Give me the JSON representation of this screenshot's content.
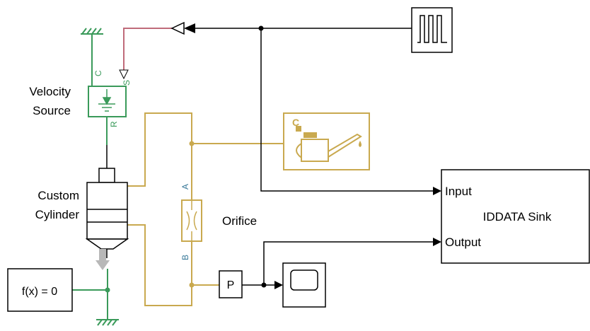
{
  "blocks": {
    "velocity_source": {
      "label_line1": "Velocity",
      "label_line2": "Source",
      "port_c": "C",
      "port_s": "S",
      "port_r": "R"
    },
    "custom_cylinder": {
      "label_line1": "Custom",
      "label_line2": "Cylinder"
    },
    "orifice": {
      "label": "Orifice",
      "port_a": "A",
      "port_b": "B"
    },
    "pressure_sensor": {
      "label": "P"
    },
    "solver_config": {
      "label": "f(x) = 0"
    },
    "hydraulic_fluid": {
      "port_label": "C"
    },
    "iddata_sink": {
      "title": "IDDATA Sink",
      "input_label": "Input",
      "output_label": "Output"
    }
  },
  "colors": {
    "mechanical": "#3a9a5a",
    "hydraulic": "#c9a94f",
    "physical_signal": "#c06b7a",
    "signal": "#000000",
    "block_outline": "#000000"
  },
  "icons": [
    "pulse-generator-icon",
    "scope-icon",
    "hydraulic-fluid-icon",
    "orifice-icon",
    "cylinder-icon",
    "mechanical-ground-icon",
    "velocity-source-icon",
    "force-arrow-icon"
  ]
}
